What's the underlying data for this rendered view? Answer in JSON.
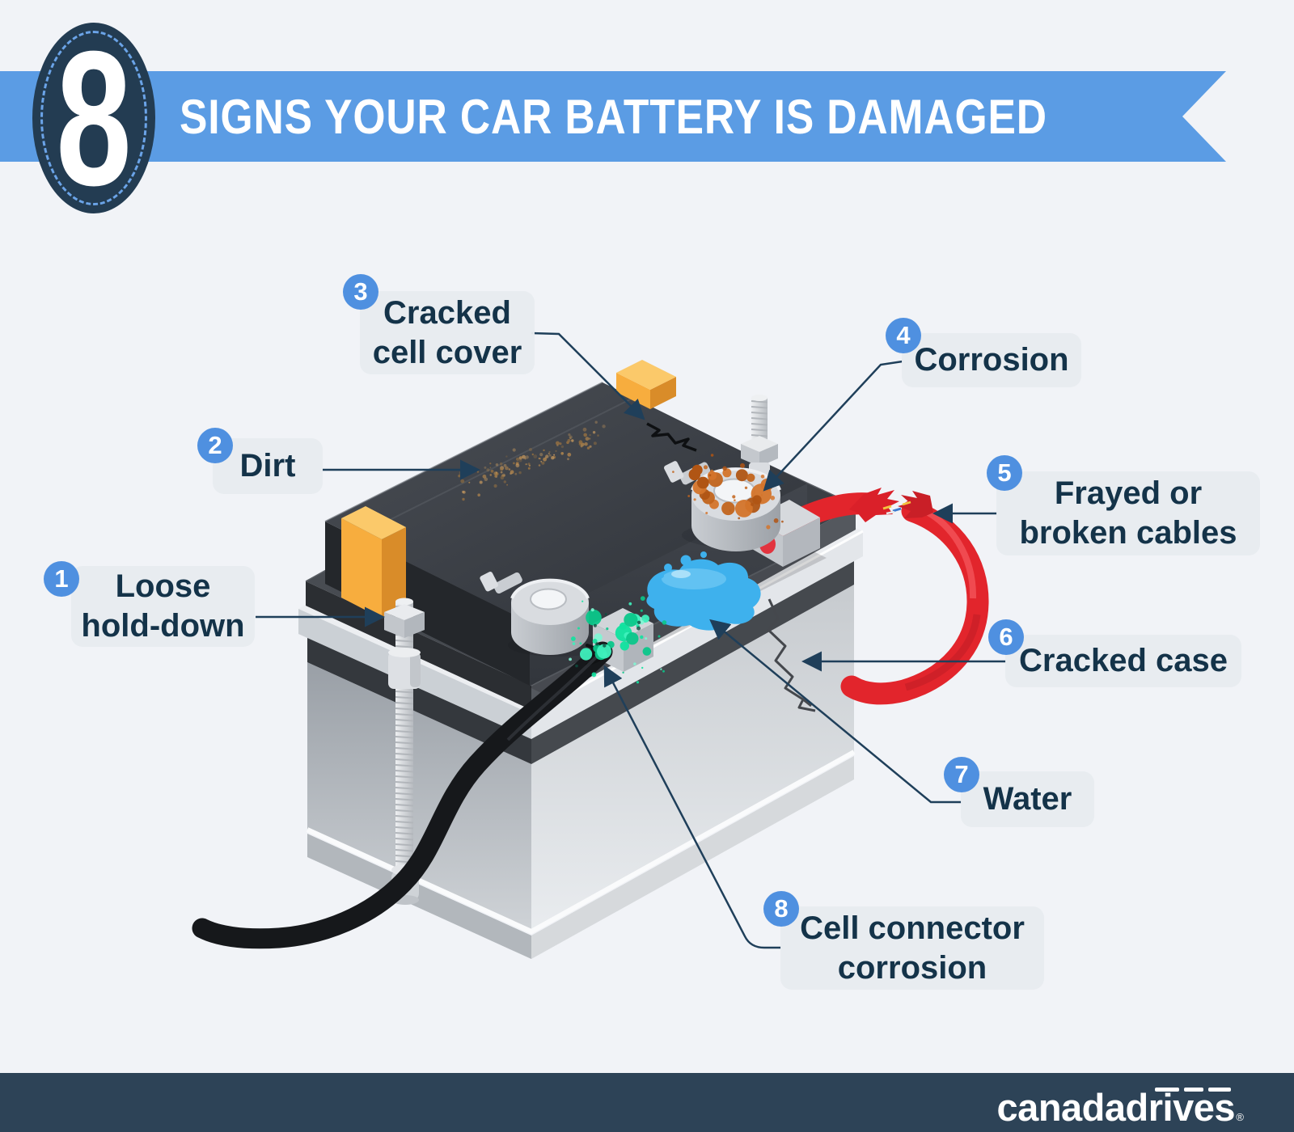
{
  "header": {
    "big_number": "8",
    "title": "SIGNS YOUR CAR BATTERY IS DAMAGED"
  },
  "labels": [
    {
      "num": "1",
      "text": "Loose\nhold-down"
    },
    {
      "num": "2",
      "text": "Dirt"
    },
    {
      "num": "3",
      "text": "Cracked\ncell cover"
    },
    {
      "num": "4",
      "text": "Corrosion"
    },
    {
      "num": "5",
      "text": "Frayed or\nbroken cables"
    },
    {
      "num": "6",
      "text": "Cracked case"
    },
    {
      "num": "7",
      "text": "Water"
    },
    {
      "num": "8",
      "text": "Cell connector\ncorrosion"
    }
  ],
  "footer": {
    "brand": "canadadrives",
    "registered": "®"
  },
  "colors": {
    "background": "#f1f3f7",
    "banner_blue": "#5b9ce4",
    "number_badge_blue": "#4f90e0",
    "navy_circle": "#233c52",
    "label_box_bg": "#e7ebef",
    "label_text": "#143349",
    "leader_line": "#1f3f5a",
    "footer_bg": "#2d4357",
    "cable_red": "#e2252c",
    "cable_black": "#16181b",
    "water_blue": "#3eb1ed",
    "corrosion_orange": "#c2641c",
    "corrosion_teal": "#10e39f",
    "clamp_orange": "#f7ad3e",
    "battery_dark": "#3a3e44",
    "battery_case_gray": "#cdd1d5"
  }
}
